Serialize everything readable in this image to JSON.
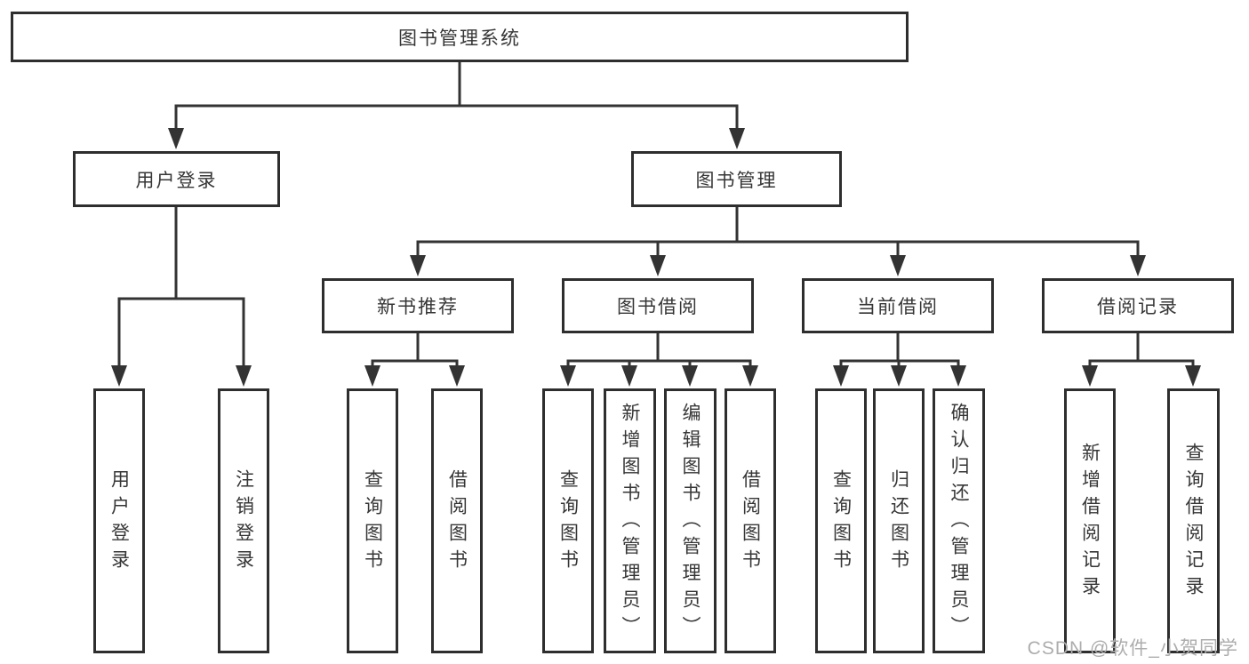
{
  "diagram_type": "hierarchy",
  "colors": {
    "line": "#333333",
    "box_border": "#2e2e2e",
    "box_fill": "#ffffff",
    "text": "#363636",
    "watermark": "#adadad",
    "background": "#ffffff"
  },
  "tree": {
    "root": {
      "label": "图书管理系统",
      "children": [
        {
          "label": "用户登录",
          "children": [
            {
              "label": "用户登录"
            },
            {
              "label": "注销登录"
            }
          ]
        },
        {
          "label": "图书管理",
          "children": [
            {
              "label": "新书推荐",
              "children": [
                {
                  "label": "查询图书"
                },
                {
                  "label": "借阅图书"
                }
              ]
            },
            {
              "label": "图书借阅",
              "children": [
                {
                  "label": "查询图书"
                },
                {
                  "label": "新增图书（管理员）"
                },
                {
                  "label": "编辑图书（管理员）"
                },
                {
                  "label": "借阅图书"
                }
              ]
            },
            {
              "label": "当前借阅",
              "children": [
                {
                  "label": "查询图书"
                },
                {
                  "label": "归还图书"
                },
                {
                  "label": "确认归还（管理员）"
                }
              ]
            },
            {
              "label": "借阅记录",
              "children": [
                {
                  "label": "新增借阅记录"
                },
                {
                  "label": "查询借阅记录"
                }
              ]
            }
          ]
        }
      ]
    }
  },
  "watermark": {
    "text": "CSDN @软件_小贺同学"
  }
}
